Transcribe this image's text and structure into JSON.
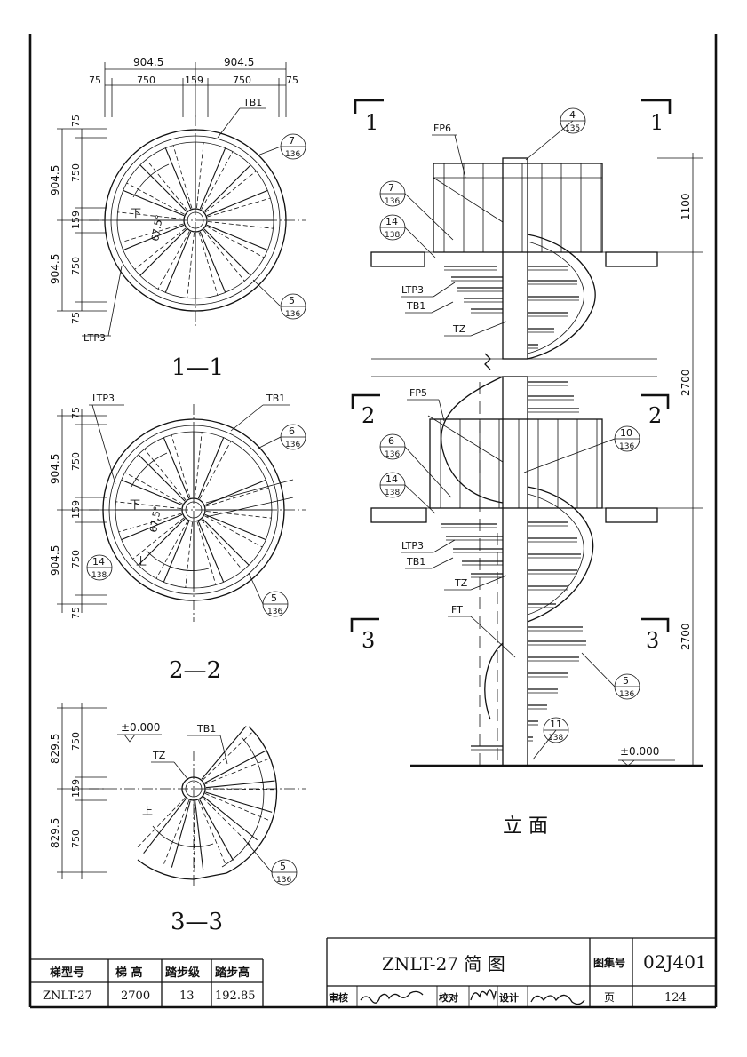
{
  "plan_1_1": {
    "dims_top": [
      "904.5",
      "904.5"
    ],
    "dims_bottom": [
      "75",
      "750",
      "159",
      "750",
      "75"
    ],
    "dims_left": [
      "75",
      "904.5",
      "750",
      "159",
      "904.5",
      "750",
      "75"
    ],
    "label_tb": "TB1",
    "label_ltp": "LTP3",
    "down": "下",
    "angle": "67.5°",
    "callout_a": {
      "num": "7",
      "ref": "136"
    },
    "callout_b": {
      "num": "5",
      "ref": "136"
    },
    "title": "1—1"
  },
  "plan_2_2": {
    "dims_left": [
      "75",
      "904.5",
      "750",
      "159",
      "904.5",
      "750",
      "75"
    ],
    "label_ltp": "LTP3",
    "label_tb": "TB1",
    "down": "下",
    "up": "上",
    "angle": "67.5°",
    "callout_a": {
      "num": "6",
      "ref": "136"
    },
    "callout_b": {
      "num": "14",
      "ref": "138"
    },
    "callout_c": {
      "num": "5",
      "ref": "136"
    },
    "title": "2—2"
  },
  "plan_3_3": {
    "dims_left": [
      "829.5",
      "750",
      "159",
      "829.5",
      "750"
    ],
    "level": "±0.000",
    "label_tb": "TB1",
    "label_tz": "TZ",
    "up": "上",
    "callout": {
      "num": "5",
      "ref": "136"
    },
    "title": "3—3"
  },
  "elevation": {
    "sec_1": "1",
    "sec_2": "2",
    "sec_3": "3",
    "labels": {
      "fp6": "FP6",
      "ltp3a": "LTP3",
      "tb1a": "TB1",
      "tza": "TZ",
      "fp5": "FP5",
      "ltp3b": "LTP3",
      "tb1b": "TB1",
      "tzb": "TZ",
      "ft": "FT"
    },
    "callouts": {
      "c4": {
        "num": "4",
        "ref": "135"
      },
      "c7": {
        "num": "7",
        "ref": "136"
      },
      "c14a": {
        "num": "14",
        "ref": "138"
      },
      "c6": {
        "num": "6",
        "ref": "136"
      },
      "c14b": {
        "num": "14",
        "ref": "138"
      },
      "c10": {
        "num": "10",
        "ref": "136"
      },
      "c5": {
        "num": "5",
        "ref": "136"
      },
      "c11": {
        "num": "11",
        "ref": "138"
      }
    },
    "dims_right": [
      "1100",
      "2700",
      "2700"
    ],
    "level": "±0.000",
    "title": "立 面"
  },
  "spec_table": {
    "headers": [
      "梯型号",
      "梯  高",
      "踏步级",
      "踏步高"
    ],
    "row": [
      "ZNLT-27",
      "2700",
      "13",
      "192.85"
    ]
  },
  "title_block": {
    "drawing_name": "ZNLT-27  简  图",
    "atlas_label": "图集号",
    "atlas_no": "02J401",
    "review_label": "审核",
    "check_label": "校对",
    "design_label": "设计",
    "page_label": "页",
    "page_no": "124"
  }
}
